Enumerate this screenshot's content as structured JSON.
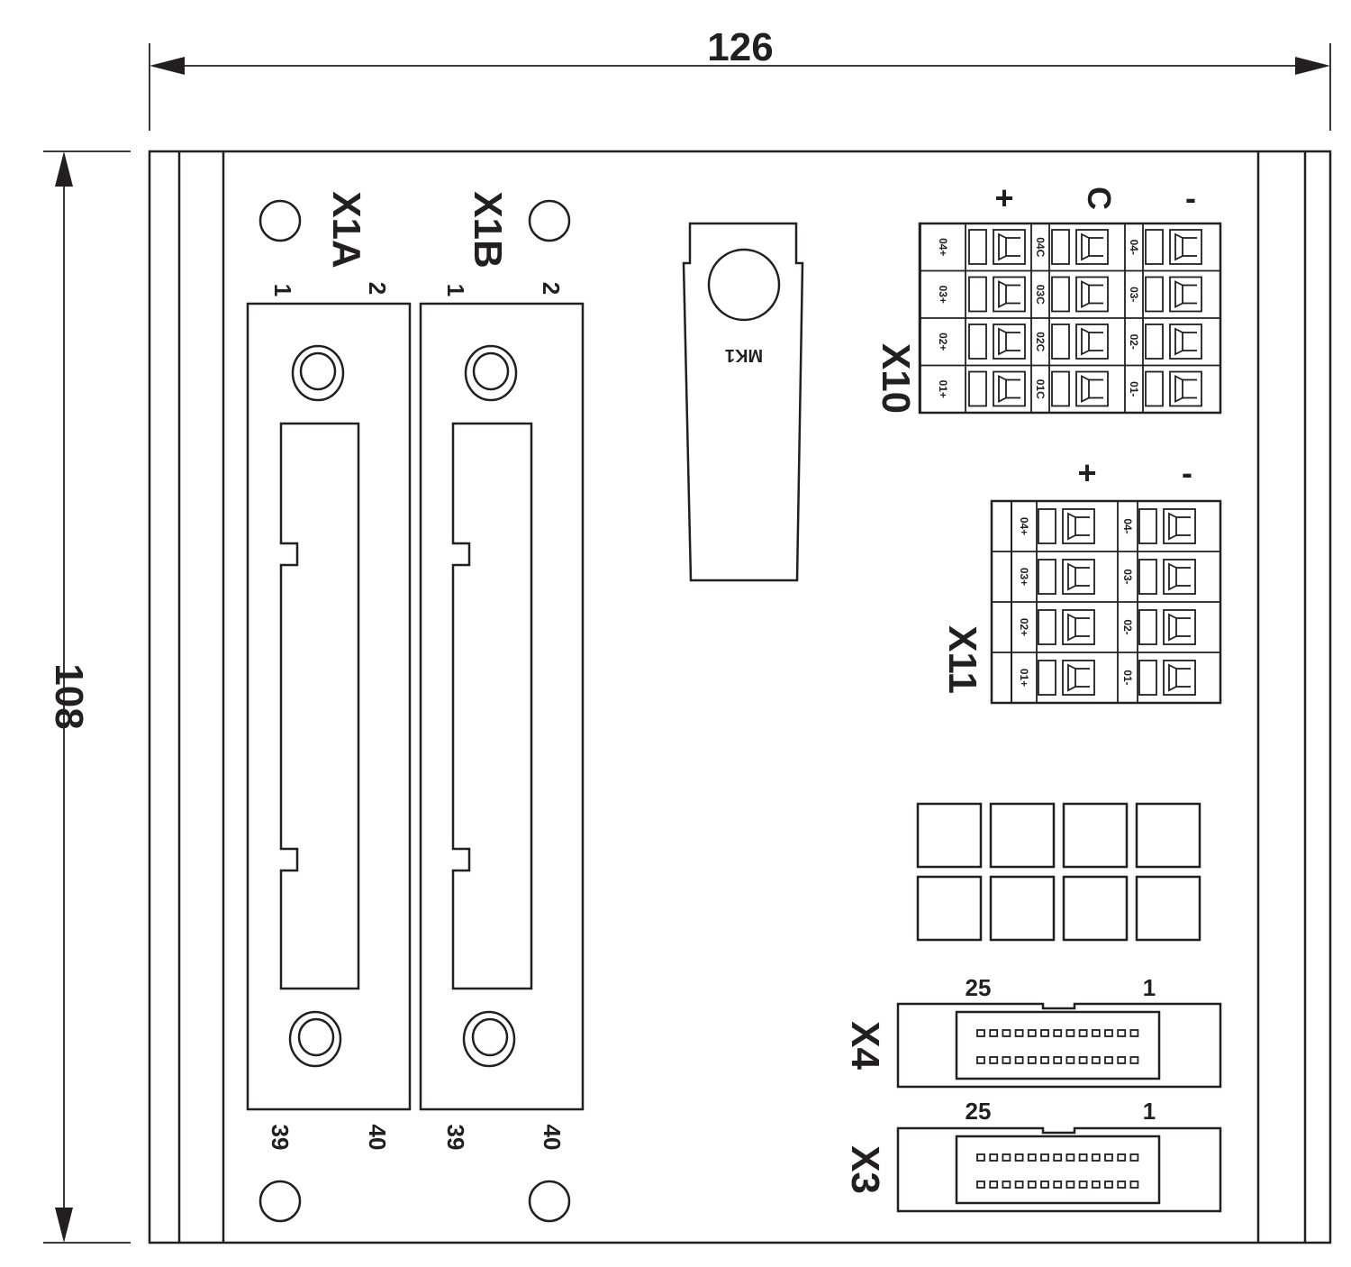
{
  "dimensions": {
    "width": "126",
    "height": "108"
  },
  "connectors": {
    "x1a": {
      "label": "X1A",
      "pins": [
        "1",
        "2",
        "39",
        "40"
      ]
    },
    "x1b": {
      "label": "X1B",
      "pins": [
        "1",
        "2",
        "39",
        "40"
      ]
    },
    "mk1": {
      "label": "MK1"
    },
    "x10": {
      "label": "X10",
      "polarity": [
        "+",
        "C",
        "-"
      ],
      "rows": [
        [
          "04+",
          "04C",
          "04-"
        ],
        [
          "03+",
          "03C",
          "03-"
        ],
        [
          "02+",
          "02C",
          "02-"
        ],
        [
          "01+",
          "01C",
          "01-"
        ]
      ]
    },
    "x11": {
      "label": "X11",
      "polarity": [
        "+",
        "-"
      ],
      "rows": [
        [
          "04+",
          "04-"
        ],
        [
          "03+",
          "03-"
        ],
        [
          "02+",
          "02-"
        ],
        [
          "01+",
          "01-"
        ]
      ]
    },
    "x4": {
      "label": "X4",
      "pin_first": "25",
      "pin_last": "1"
    },
    "x3": {
      "label": "X3",
      "pin_first": "25",
      "pin_last": "1"
    }
  }
}
